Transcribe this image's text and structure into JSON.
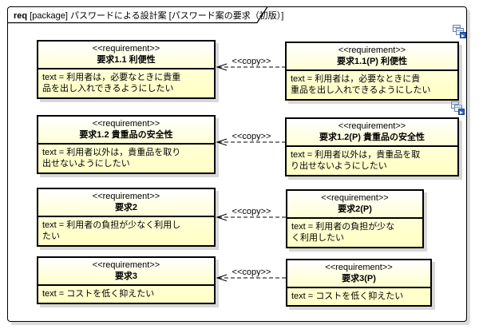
{
  "frame": {
    "keyword": "req",
    "title_rest": " [package] パスワードによる設計案 [パスワード案の要求（初版）]"
  },
  "colors": {
    "box_border": "#000000",
    "box_fill_bottom": "#ffffc4",
    "box_shadow": "#d8d8d8",
    "icon_blue": "#2e62c9"
  },
  "rows": [
    {
      "label": "<<copy>>",
      "left": {
        "stereotype": "<<requirement>>",
        "name": "要求1.1 利便性",
        "body": "text = 利用者は，必要なときに貴重\n品を出し入れできるようにしたい"
      },
      "right": {
        "stereotype": "<<requirement>>",
        "name": "要求1.1(P) 利便性",
        "body": "text = 利用者は，必要なときに貴\n重品を出し入れできるようにしたい"
      }
    },
    {
      "label": "<<copy>>",
      "left": {
        "stereotype": "<<requirement>>",
        "name": "要求1.2 貴重品の安全性",
        "body": "text = 利用者以外は，貴重品を取り\n出せないようにしたい"
      },
      "right": {
        "stereotype": "<<requirement>>",
        "name": "要求1.2(P) 貴重品の安全性",
        "body": "text = 利用者以外は，貴重品を取\nり出せないようにしたい"
      }
    },
    {
      "label": "<<copy>>",
      "left": {
        "stereotype": "<<requirement>>",
        "name": "要求2",
        "body": "text = 利用者の負担が少なく利用し\nたい"
      },
      "right": {
        "stereotype": "<<requirement>>",
        "name": "要求2(P)",
        "body": "text = 利用者の負担が少な\nく利用したい"
      }
    },
    {
      "label": "<<copy>>",
      "left": {
        "stereotype": "<<requirement>>",
        "name": "要求3",
        "body": "text = コストを低く抑えたい"
      },
      "right": {
        "stereotype": "<<requirement>>",
        "name": "要求3(P)",
        "body": "text = コストを低く抑えたい"
      }
    }
  ]
}
